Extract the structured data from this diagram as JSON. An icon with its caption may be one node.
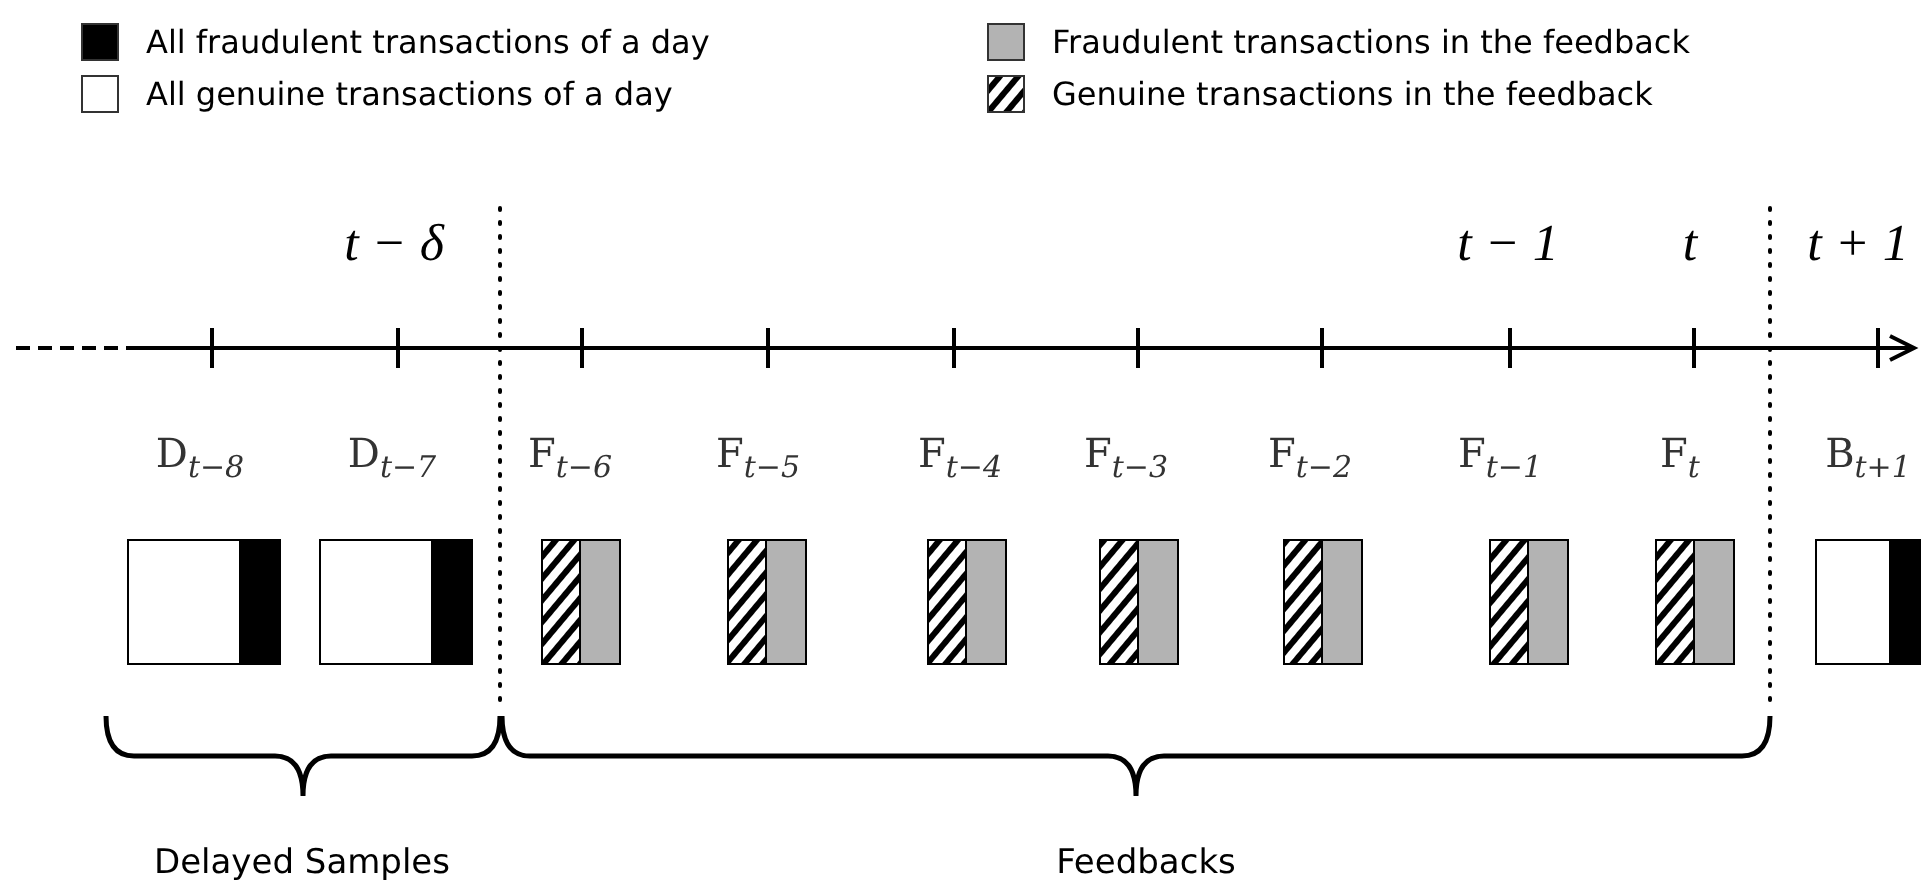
{
  "diagram": {
    "labels": [
      "t − δ",
      "t − 1",
      "t",
      "t + 1",
      "D$_{t−8}$",
      "D$_{t−7}$",
      "F$_{t−6}$",
      "F$_{t−5}$",
      "F$_{t−4}$",
      "F$_{t−3}$",
      "F$_{t−2}$",
      "F$_{t−1}$",
      "F$_{t}$",
      "B$_{t+1}$",
      "Delayed Samples",
      "Feedbacks"
    ],
    "legend": [
      {
        "text": "All fraudulent transactions of a day",
        "color": "#000000"
      },
      {
        "text": "Fraudulent transactions in the feedback",
        "color": "#b3b3b3"
      },
      {
        "text": "All genuine transactions of a day",
        "color": "#ffffff"
      },
      {
        "text": "Genuine transactions in the feedback"
      }
    ]
  }
}
